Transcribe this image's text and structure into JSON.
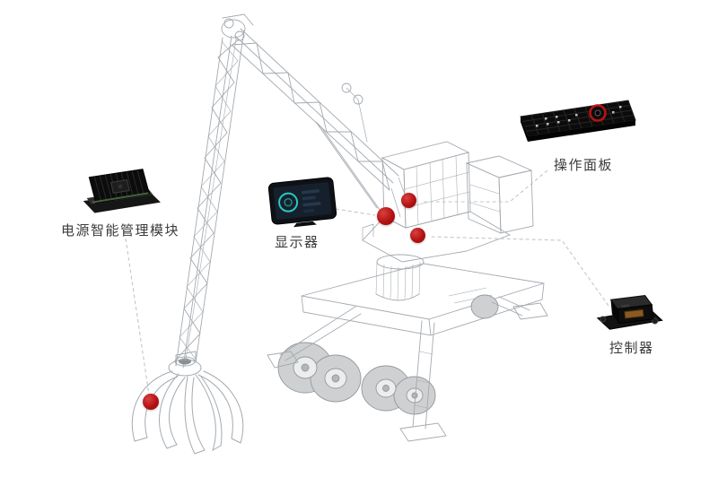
{
  "scene": {
    "background": "#ffffff"
  },
  "colors": {
    "hotspot_red": "#b41212",
    "connector_gray": "#c6c6c6",
    "label_text": "#3b3b3b",
    "wireframe_gray": "#a4aab0"
  },
  "callouts": [
    {
      "id": "power-module",
      "label": "电源智能管理模块",
      "image": "power-module-photo"
    },
    {
      "id": "display",
      "label": "显示器",
      "image": "display-tablet-photo"
    },
    {
      "id": "control-panel",
      "label": "操作面板",
      "image": "control-panel-keypad-photo"
    },
    {
      "id": "controller",
      "label": "控制器",
      "image": "controller-module-photo"
    }
  ],
  "hotspots": [
    {
      "id": "grab-attachment"
    },
    {
      "id": "boom-joint-left"
    },
    {
      "id": "boom-joint-upper"
    },
    {
      "id": "cab-lower"
    }
  ]
}
